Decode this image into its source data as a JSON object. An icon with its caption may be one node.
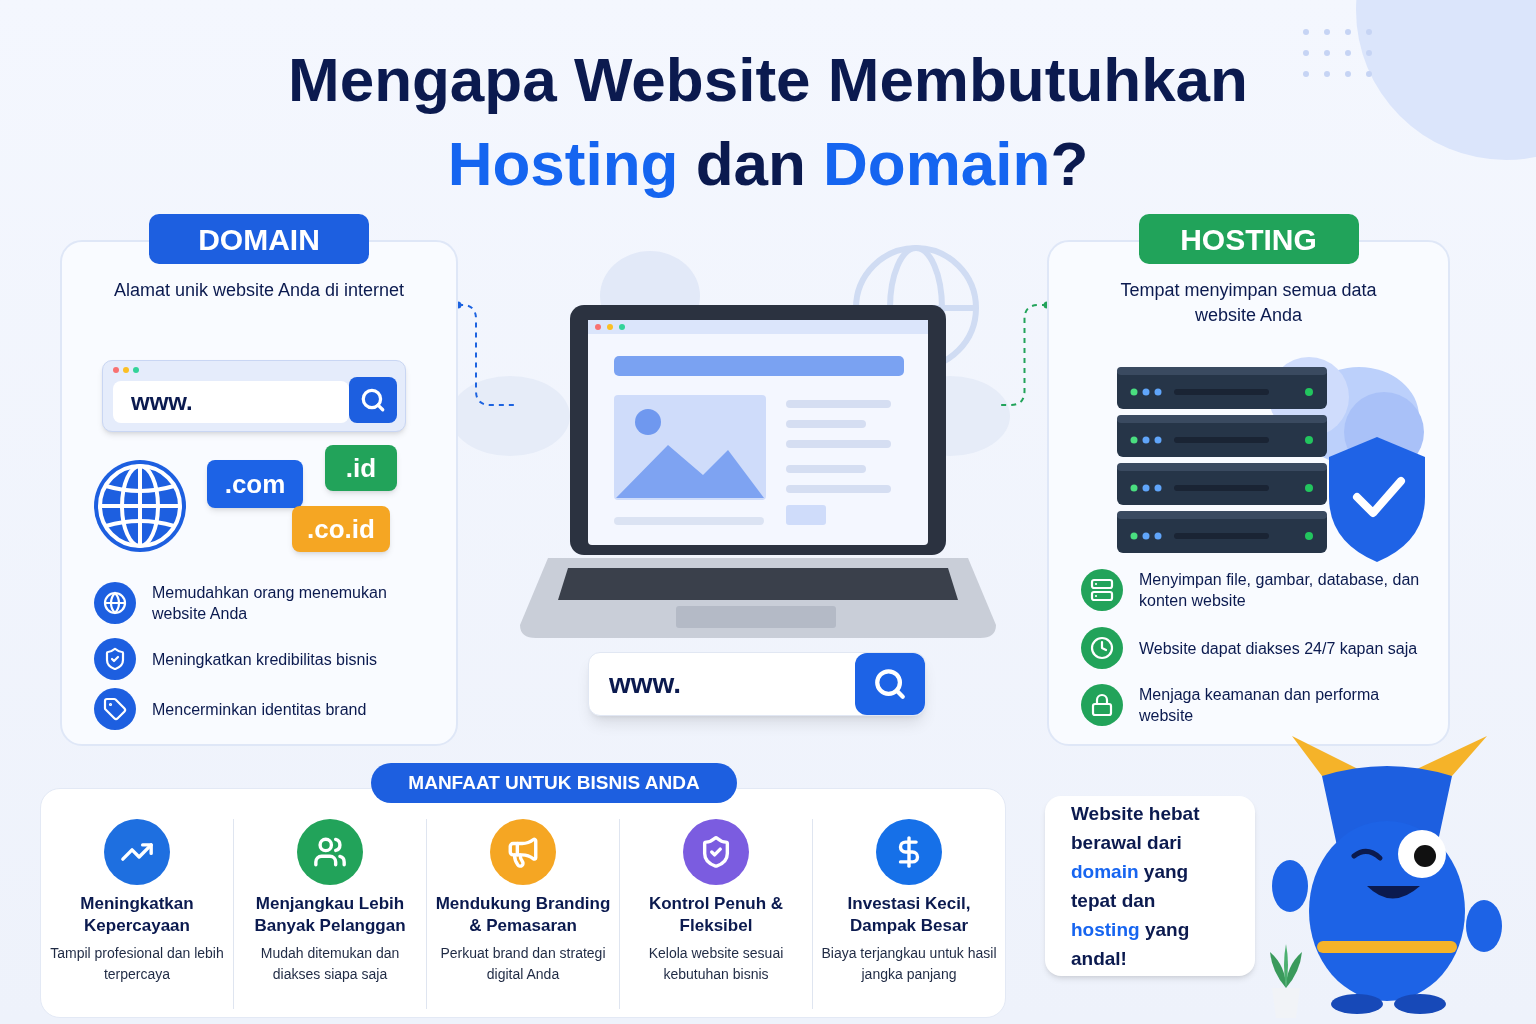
{
  "diagram": {
    "title": "Mengapa Website Membutuhkan **Hosting** dan **Domain**?",
    "nodes": [
      {
        "text": [
          "DOMAIN",
          "Alamat unik website Anda di internet",
          "Memudahkan orang menemukan website Anda",
          "Meningkatkan kredibilitas bisnis",
          "Mencerminkan identitas brand"
        ]
      },
      {
        "text": [
          "www."
        ],
        "in": 0
      },
      {
        "text": [
          ".com"
        ],
        "in": 0
      },
      {
        "text": [
          ".id"
        ],
        "in": 0
      },
      {
        "text": [
          ".co.id"
        ],
        "in": 0
      },
      {
        "text": [],
        "shape": "picture"
      },
      {
        "text": [
          "www."
        ]
      },
      {
        "text": [
          "HOSTING",
          "Tempat menyimpan semua data website Anda",
          "Menyimpan file, gambar, database, dan konten website",
          "Website dapat diakses 24/7 kapan saja",
          "Menjaga keamanan dan performa website"
        ]
      },
      {
        "text": [
          "MANFAAT UNTUK BISNIS ANDA"
        ]
      },
      {
        "text": [
          "Website hebat berawal dari **domain** yang tepat dan **hosting** yang andal!"
        ]
      }
    ],
    "edges": [
      {
        "from": 0,
        "to": 5,
        "arrow": "other",
        "style": "dashed",
        "color": "#1d63e0"
      },
      {
        "from": 7,
        "to": 5,
        "arrow": "other",
        "style": "dashed",
        "color": "#22a35a"
      }
    ],
    "labels": [
      "Meningkatkan Kepercayaan",
      "Tampil profesional dan lebih terpercaya",
      "Menjangkau Lebih Banyak Pelanggan",
      "Mudah ditemukan dan diakses siapa saja",
      "Mendukung Branding & Pemasaran",
      "Perkuat brand dan strategi digital Anda",
      "Kontrol Penuh & Fleksibel",
      "Kelola website sesuai kebutuhan bisnis",
      "Investasi Kecil, Dampak Besar",
      "Biaya terjangkau untuk hasil jangka panjang"
    ]
  }
}
